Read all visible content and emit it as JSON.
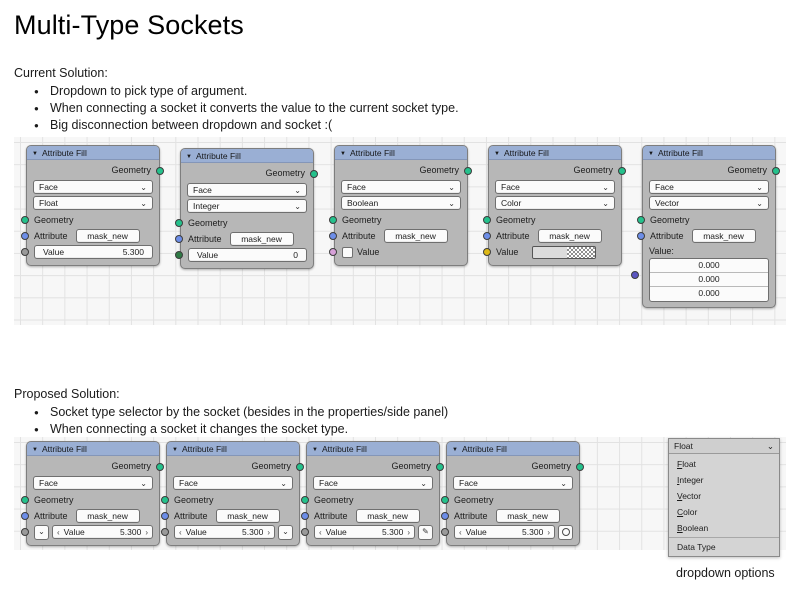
{
  "doc": {
    "title": "Multi-Type Sockets",
    "current": {
      "label": "Current Solution:",
      "bullets": [
        "Dropdown to pick type of argument.",
        "When connecting a socket it converts the value to the current socket type.",
        "Big disconnection between dropdown and socket :("
      ]
    },
    "proposed": {
      "label": "Proposed Solution:",
      "bullets": [
        "Socket type selector by the socket (besides in the properties/side panel)",
        "When connecting a socket it changes the socket type."
      ]
    }
  },
  "colors": {
    "node_header": "#9aafd4",
    "node_body": "#b7b7b7",
    "socket_geometry": "#25c18c",
    "socket_attribute": "#6d8ee8",
    "socket_float": "#9a9a9a",
    "socket_integer": "#2f7a45",
    "socket_boolean": "#d7a1d9",
    "socket_color": "#ddb816",
    "socket_vector": "#5a55c0",
    "canvas_bg": "#f7f7f7",
    "grid_line": "#e2e2e2"
  },
  "current_nodes": [
    {
      "title": "Attribute Fill",
      "output_label": "Geometry",
      "domain": "Face",
      "data_type": "Float",
      "geometry_label": "Geometry",
      "attribute_label": "Attribute",
      "attribute_value": "mask_new",
      "value_label": "Value",
      "value": "5.300",
      "value_kind": "number",
      "value_socket_color": "gray"
    },
    {
      "title": "Attribute Fill",
      "output_label": "Geometry",
      "domain": "Face",
      "data_type": "Integer",
      "geometry_label": "Geometry",
      "attribute_label": "Attribute",
      "attribute_value": "mask_new",
      "value_label": "Value",
      "value": "0",
      "value_kind": "number",
      "value_socket_color": "dgreen"
    },
    {
      "title": "Attribute Fill",
      "output_label": "Geometry",
      "domain": "Face",
      "data_type": "Boolean",
      "geometry_label": "Geometry",
      "attribute_label": "Attribute",
      "attribute_value": "mask_new",
      "value_label": "Value",
      "value": "",
      "value_kind": "checkbox",
      "value_socket_color": "pink"
    },
    {
      "title": "Attribute Fill",
      "output_label": "Geometry",
      "domain": "Face",
      "data_type": "Color",
      "geometry_label": "Geometry",
      "attribute_label": "Attribute",
      "attribute_value": "mask_new",
      "value_label": "Value",
      "value": "",
      "value_kind": "color",
      "value_socket_color": "yellow"
    },
    {
      "title": "Attribute Fill",
      "output_label": "Geometry",
      "domain": "Face",
      "data_type": "Vector",
      "geometry_label": "Geometry",
      "attribute_label": "Attribute",
      "attribute_value": "mask_new",
      "value_label": "Value:",
      "value": [
        "0.000",
        "0.000",
        "0.000"
      ],
      "value_kind": "vector",
      "value_socket_color": "purple"
    }
  ],
  "proposed_nodes": [
    {
      "title": "Attribute Fill",
      "output_label": "Geometry",
      "domain": "Face",
      "geometry_label": "Geometry",
      "attribute_label": "Attribute",
      "attribute_value": "mask_new",
      "value_label": "Value",
      "value": "5.300",
      "dec_arrow": "‹",
      "inc_arrow": "›",
      "selector": "chevron",
      "selector_side": "left",
      "selector_glyph": "⌄"
    },
    {
      "title": "Attribute Fill",
      "output_label": "Geometry",
      "domain": "Face",
      "geometry_label": "Geometry",
      "attribute_label": "Attribute",
      "attribute_value": "mask_new",
      "value_label": "Value",
      "value": "5.300",
      "dec_arrow": "‹",
      "inc_arrow": "›",
      "selector": "chevron",
      "selector_side": "right",
      "selector_glyph": "⌄"
    },
    {
      "title": "Attribute Fill",
      "output_label": "Geometry",
      "domain": "Face",
      "geometry_label": "Geometry",
      "attribute_label": "Attribute",
      "attribute_value": "mask_new",
      "value_label": "Value",
      "value": "5.300",
      "dec_arrow": "‹",
      "inc_arrow": "›",
      "selector": "pencil",
      "selector_side": "right",
      "selector_glyph": "✎"
    },
    {
      "title": "Attribute Fill",
      "output_label": "Geometry",
      "domain": "Face",
      "geometry_label": "Geometry",
      "attribute_label": "Attribute",
      "attribute_value": "mask_new",
      "value_label": "Value",
      "value": "5.300",
      "dec_arrow": "‹",
      "inc_arrow": "›",
      "selector": "circle",
      "selector_side": "right",
      "selector_glyph": ""
    }
  ],
  "dropdown": {
    "selected": "Float",
    "caret": "⌄",
    "options": [
      "Float",
      "Integer",
      "Vector",
      "Color",
      "Boolean"
    ],
    "footer": "Data Type",
    "caption": "dropdown options"
  }
}
